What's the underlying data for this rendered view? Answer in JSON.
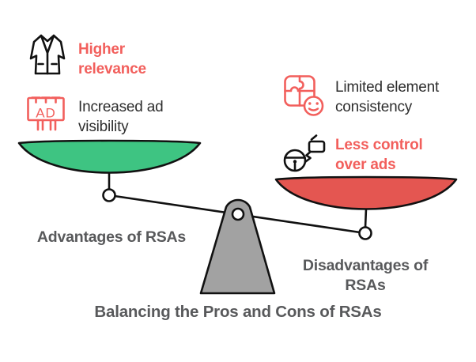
{
  "title": "Balancing the Pros and Cons of RSAs",
  "left_side": {
    "label": "Advantages of RSAs",
    "pros": [
      {
        "icon": "suit-jacket-icon",
        "text": "Higher relevance"
      },
      {
        "icon": "ad-billboard-icon",
        "text": "Increased ad visibility"
      }
    ]
  },
  "right_side": {
    "label": "Disadvantages of RSAs",
    "cons": [
      {
        "icon": "puzzle-smiley-icon",
        "text": "Limited element consistency"
      },
      {
        "icon": "steering-wheel-icon",
        "text": "Less control over ads"
      }
    ]
  },
  "colors": {
    "green_pan": "#3ec482",
    "red_pan": "#e45651",
    "accent_red": "#f25f5c",
    "dark_text": "#2d2d2d",
    "gray_text": "#58595b",
    "fulcrum_gray": "#a2a2a2",
    "outline": "#111111",
    "white": "#ffffff"
  }
}
